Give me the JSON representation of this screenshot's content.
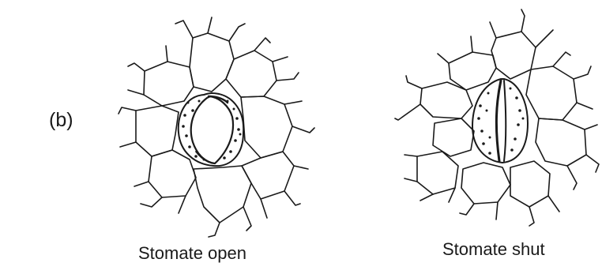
{
  "figure": {
    "part_label": "(b)",
    "panels": [
      {
        "id": "open",
        "caption": "Stomate open"
      },
      {
        "id": "shut",
        "caption": "Stomate shut"
      }
    ]
  }
}
